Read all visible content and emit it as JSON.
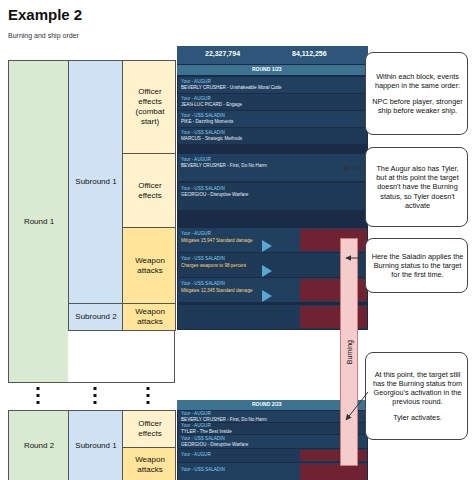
{
  "diagram": {
    "title": "Example 2",
    "nodes": [
      {
        "text": [
          "Round 1"
        ]
      },
      {
        "text": [
          "Subround 1"
        ],
        "in": 0
      },
      {
        "text": [
          "Officer effects (combat start)"
        ],
        "in": 1
      },
      {
        "text": [
          "Officer effects"
        ],
        "in": 1
      },
      {
        "text": [
          "Weapon attacks"
        ],
        "in": 1
      },
      {
        "text": [
          "Subround 2"
        ],
        "in": 0
      },
      {
        "text": [
          "Weapon attacks"
        ],
        "in": 5
      },
      {
        "text": [
          "Round 2"
        ]
      },
      {
        "text": [
          "Subround 1"
        ],
        "in": 7
      },
      {
        "text": [
          "Officer effects"
        ],
        "in": 8
      },
      {
        "text": [
          "Weapon attacks"
        ],
        "in": 8
      },
      {
        "text": [
          "Burning"
        ]
      },
      {
        "text": [
          "Within each block, events happen in the same order:",
          "NPC before player, stronger ship before weaker ship."
        ]
      },
      {
        "text": [
          "The Augur also has Tyler, but at this point the target doesn't have the Burning status, so Tyler doesn't activate"
        ]
      },
      {
        "text": [
          "Here the Saladin applies the Burning status to the target for the first time."
        ]
      },
      {
        "text": [
          "At this point, the target still has the Burning status from Georgiou's activation in the previous round.",
          "Tyler activates."
        ]
      }
    ],
    "labels": [
      "Burning and ship order",
      "22,327,794",
      "84,112,256",
      "ROUND 1/23",
      "Your - AUGUR",
      "BEVERLY CRUSHER - Unshakeable Moral Code",
      "Your - AUGUR",
      "JEAN-LUC PICARD - Engage",
      "Your - USS SALADIN",
      "PIKE - Dazzling Moments",
      "Your - USS SALADIN",
      "MARCUS - Strategic Methods",
      "Your - AUGUR",
      "BEVERLY CRUSHER - First, Do No Harm",
      "Your - USS SALADIN",
      "GEORGIOU - Disruptive Warfare",
      "Your - AUGUR",
      "Mitigates 15,947 Standard damage",
      "Your - USS SALADIN",
      "Charges weapons to 98 percent",
      "Your - USS SALADIN",
      "Mitigates 12,345 Standard damage",
      "ROUND 2/23",
      "Your - AUGUR",
      "BEVERLY CRUSHER - First, Do No Harm",
      "Your - AUGUR",
      "TYLER - The Best Inside",
      "Your - USS SALADIN",
      "GEORGIOU - Disruptive Warfare",
      "Your - AUGUR",
      "Your - USS SALADIN"
    ]
  }
}
